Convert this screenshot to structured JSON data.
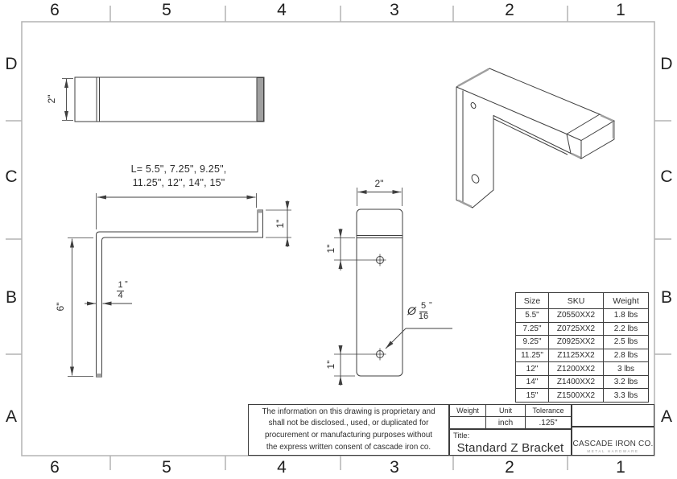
{
  "sheet": {
    "zone_columns": [
      "6",
      "5",
      "4",
      "3",
      "2",
      "1"
    ],
    "zone_rows": [
      "D",
      "C",
      "B",
      "A"
    ]
  },
  "dimensions": {
    "top_view_width": "2\"",
    "length_note_line1": "L= 5.5\", 7.25\", 9.25\",",
    "length_note_line2": "11.25\", 12\", 14\", 15\"",
    "lip_height": "1\"",
    "leg_length": "6\"",
    "thickness_numerator": "1",
    "thickness_denominator": "4",
    "front_width": "2\"",
    "top_hole_offset": "1\"",
    "bottom_hole_offset": "1\"",
    "hole_diameter_symbol": "Ø",
    "hole_numerator": "5",
    "hole_denominator": "16",
    "inch_mark": "\""
  },
  "spec_table": {
    "headers": [
      "Size",
      "SKU",
      "Weight"
    ],
    "rows": [
      [
        "5.5\"",
        "Z0550XX2",
        "1.8 lbs"
      ],
      [
        "7.25\"",
        "Z0725XX2",
        "2.2 lbs"
      ],
      [
        "9.25\"",
        "Z0925XX2",
        "2.5 lbs"
      ],
      [
        "11.25\"",
        "Z1125XX2",
        "2.8 lbs"
      ],
      [
        "12\"",
        "Z1200XX2",
        "3 lbs"
      ],
      [
        "14\"",
        "Z1400XX2",
        "3.2 lbs"
      ],
      [
        "15\"",
        "Z1500XX2",
        "3.3 lbs"
      ]
    ]
  },
  "notes": {
    "proprietary_line1": "The information on this drawing is proprietary and",
    "proprietary_line2": "shall not be disclosed., used, or duplicated for",
    "proprietary_line3": "procurement or manufacturing purposes without",
    "proprietary_line4": "the express written consent of cascade iron co."
  },
  "title_block": {
    "weight_label": "Weight",
    "unit_label": "Unit",
    "tolerance_label": "Tolerance",
    "unit_value": "inch",
    "tolerance_value": ".125\"",
    "title_label": "Title:",
    "title_value": "Standard Z Bracket",
    "brand_name": "CASCADE IRON CO.",
    "brand_tagline": "METAL HARDWARE"
  },
  "colors": {
    "line": "#3f3f3f",
    "frame": "#b4b4b4",
    "shade": "#9f9f9f"
  }
}
